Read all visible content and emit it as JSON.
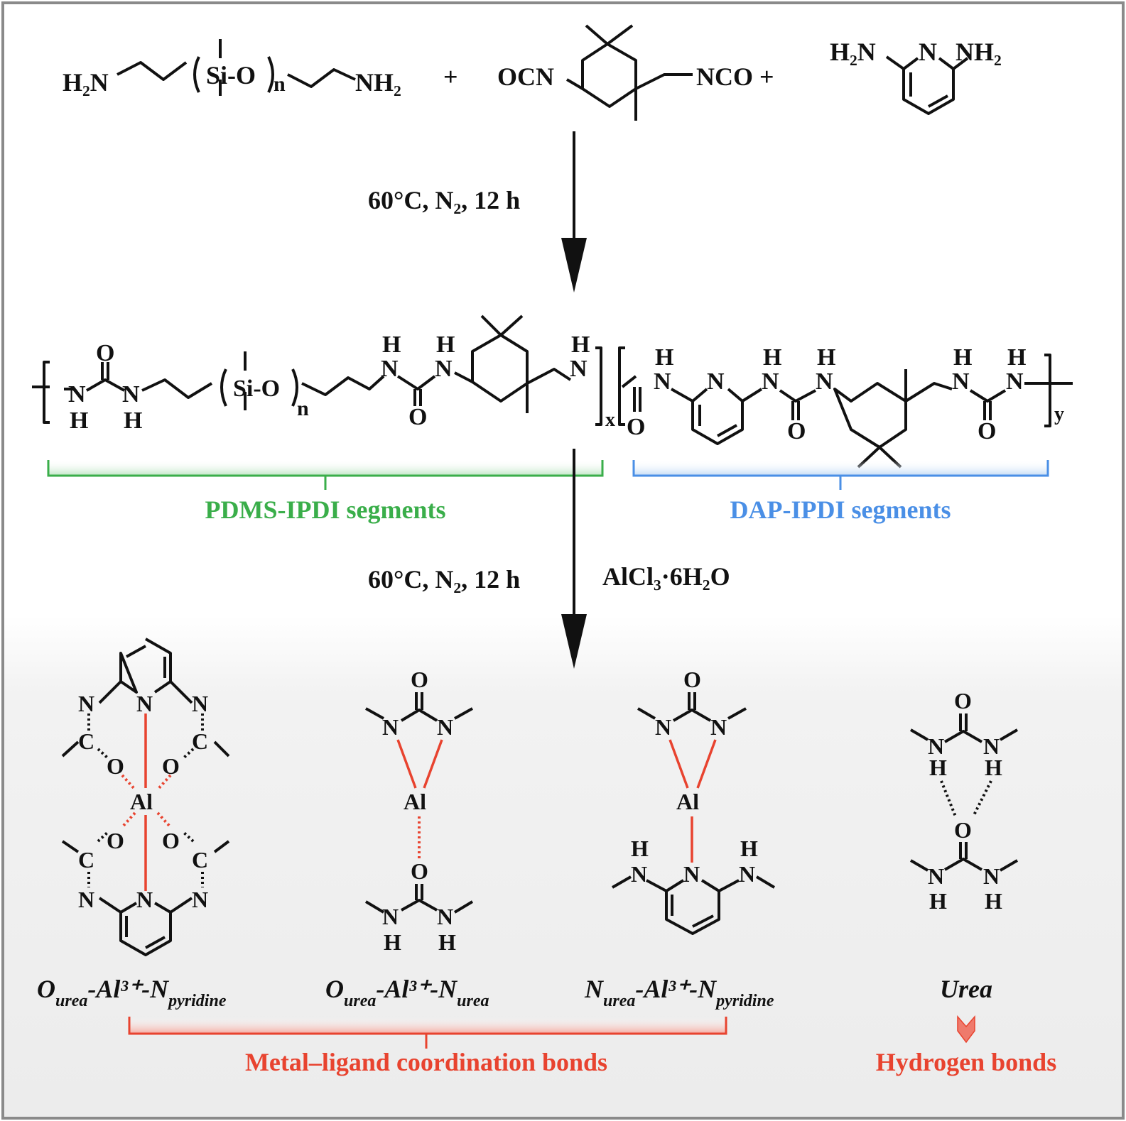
{
  "reactants": {
    "pdms": {
      "left_amine": "H₂N",
      "si_o": "Si-O",
      "n": "n",
      "right_amine": "NH₂"
    },
    "plus1": "+",
    "ipdi": {
      "left": "OCN",
      "right": "NCO +"
    },
    "dap": {
      "left": "H₂N",
      "ring_n": "N",
      "right": "NH₂"
    }
  },
  "step1": {
    "conditions": "60°C, N₂, 12 h"
  },
  "polymer": {
    "o": "O",
    "n": "N",
    "h": "H",
    "si_o": "Si-O",
    "n_sub": "n",
    "x": "x",
    "y": "y"
  },
  "segments": {
    "pdms_ipdi": {
      "label": "PDMS-IPDI segments",
      "color": "#3aae4a"
    },
    "dap_ipdi": {
      "label": "DAP-IPDI segments",
      "color": "#4a8fe6"
    }
  },
  "step2": {
    "conditions": "60°C, N₂, 12 h",
    "reagent": "AlCl₃·6H₂O"
  },
  "complexes": {
    "atoms": {
      "al": "Al",
      "o": "O",
      "n": "N",
      "c": "C",
      "h": "H"
    },
    "labels": [
      {
        "main1": "O",
        "sub1": "urea",
        "mid": "-Al³⁺-N",
        "sub2": "pyridine"
      },
      {
        "main1": "O",
        "sub1": "urea",
        "mid": "-Al³⁺-N",
        "sub2": "urea"
      },
      {
        "main1": "N",
        "sub1": "urea",
        "mid": "-Al³⁺-N",
        "sub2": "pyridine"
      },
      {
        "main1": "Urea"
      }
    ]
  },
  "groups": {
    "metal_ligand": {
      "label": "Metal–ligand coordination bonds",
      "color": "#e8432f"
    },
    "hydrogen": {
      "label": "Hydrogen bonds",
      "color": "#e8432f"
    }
  }
}
